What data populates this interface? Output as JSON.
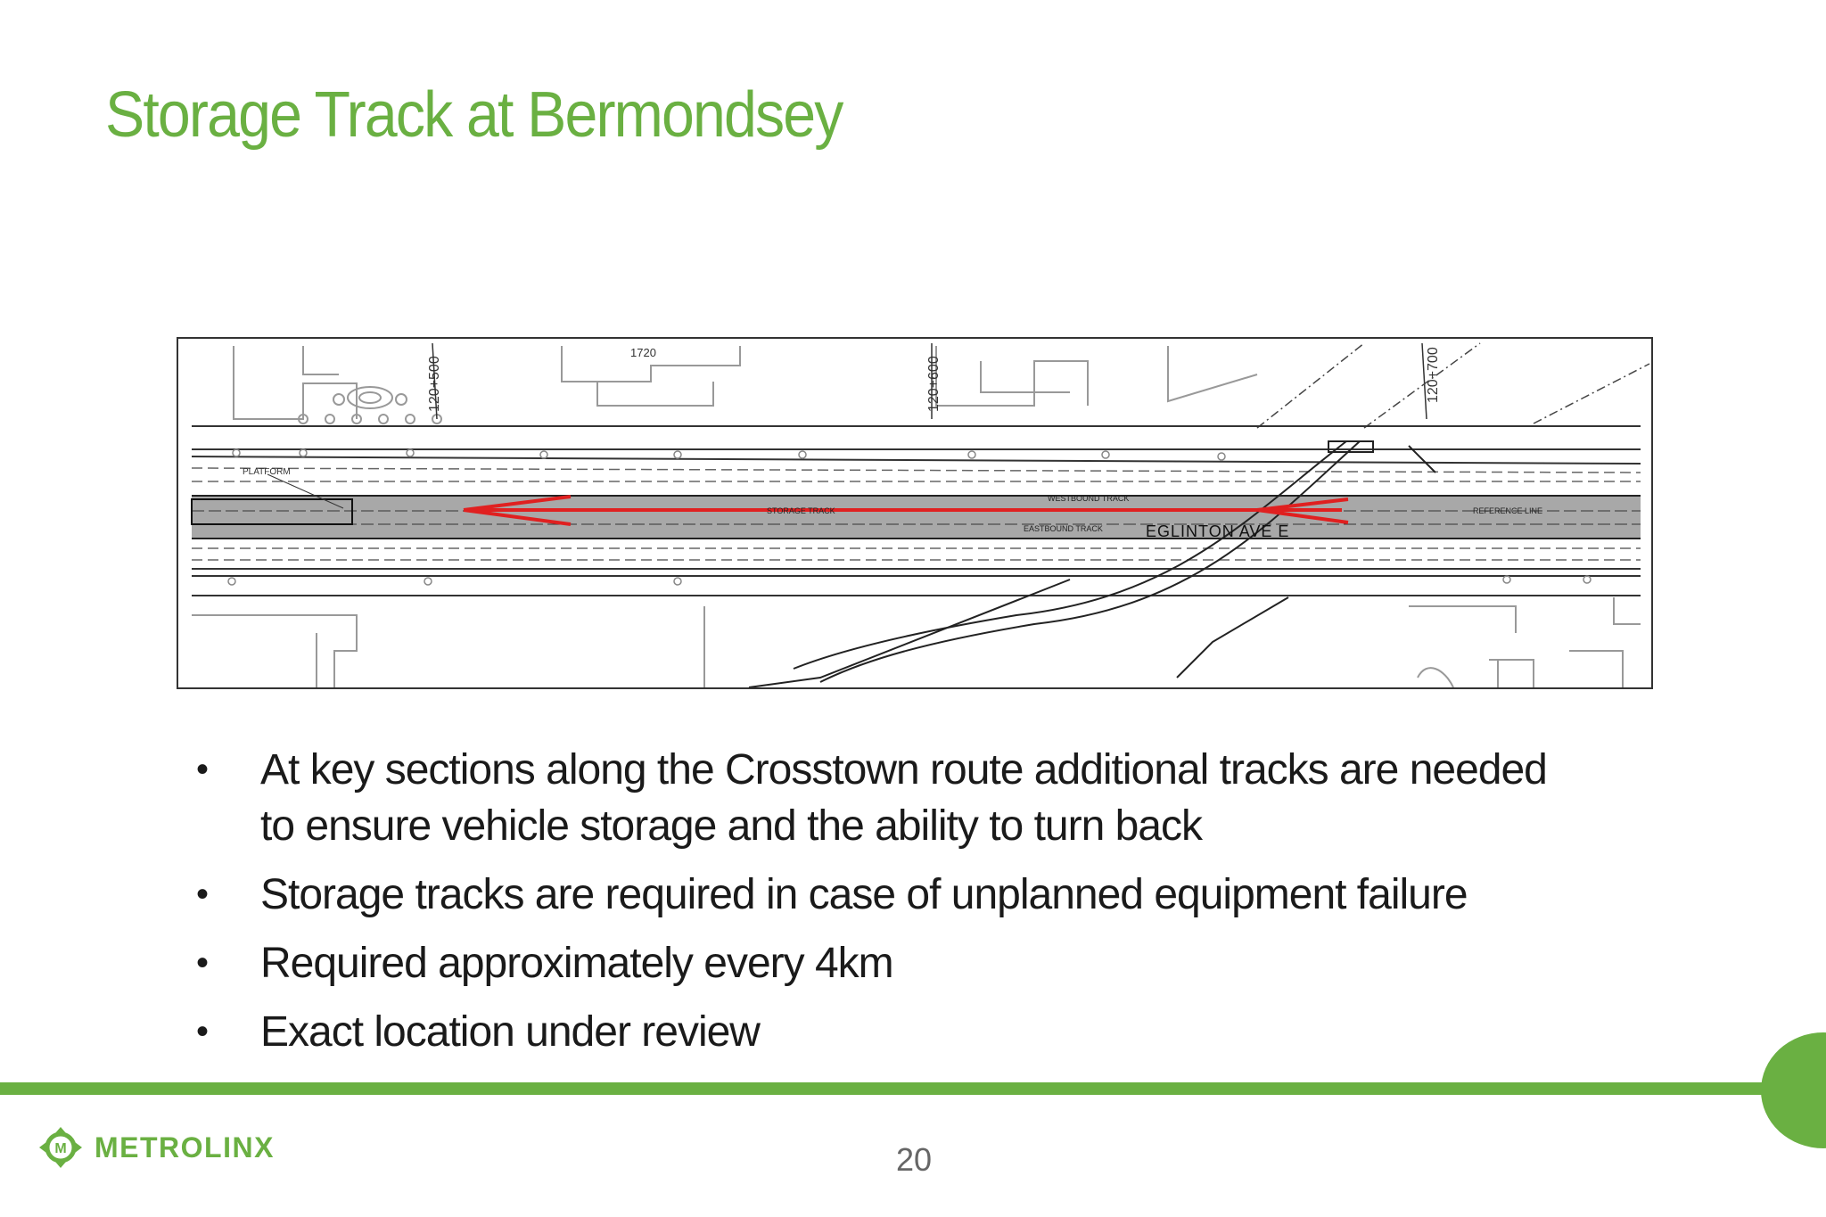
{
  "slide": {
    "title": "Storage Track at Bermondsey",
    "page_number": "20",
    "brand": "METROLINX",
    "accent_color": "#6ab042"
  },
  "drawing": {
    "labels": {
      "station_1": "120+500",
      "station_2": "120+600",
      "station_3": "120+700",
      "parcel": "1720",
      "platform": "PLATFORM",
      "storage_track": "STORAGE TRACK",
      "westbound_track": "WESTBOUND TRACK",
      "eastbound_track": "EASTBOUND TRACK",
      "street": "EGLINTON AVE E",
      "reference_line": "REFERENCE LINE"
    },
    "highlight_color": "#e02020"
  },
  "bullets": [
    "At key sections along the Crosstown route additional tracks are needed to ensure vehicle storage and the ability to turn back",
    "Storage tracks are required in case of unplanned equipment failure",
    "Required approximately  every 4km",
    "Exact location under review"
  ]
}
